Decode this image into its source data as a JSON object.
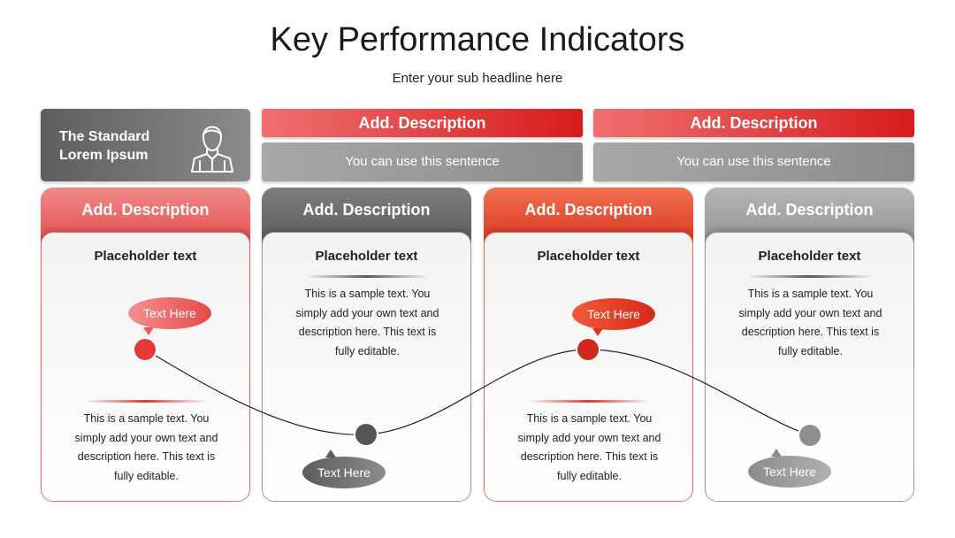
{
  "title": "Key Performance Indicators",
  "subtitle": "Enter your sub headline here",
  "standard_box": {
    "line1": "The Standard",
    "line2": "Lorem Ipsum",
    "icon": "person-icon"
  },
  "top_headers": [
    {
      "title": "Add. Description",
      "sentence": "You can use this sentence"
    },
    {
      "title": "Add. Description",
      "sentence": "You can use this sentence"
    }
  ],
  "columns": [
    {
      "header": "Add. Description",
      "placeholder": "Placeholder text",
      "body": "This is a sample text. You simply add your own text and description here. This text is fully editable.",
      "bubble": "Text Here"
    },
    {
      "header": "Add. Description",
      "placeholder": "Placeholder text",
      "body": "This is a sample text. You simply add your own text and description here. This text is fully editable.",
      "bubble": "Text Here"
    },
    {
      "header": "Add. Description",
      "placeholder": "Placeholder text",
      "body": "This is a sample text. You simply add your own text and description here. This text is fully editable.",
      "bubble": "Text Here"
    },
    {
      "header": "Add. Description",
      "placeholder": "Placeholder text",
      "body": "This is a sample text. You simply add your own text and description here. This text is fully editable.",
      "bubble": "Text Here"
    }
  ],
  "colors": {
    "red": "#e44848",
    "red_dark": "#d61c1c",
    "grey": "#5a5a5a",
    "light_grey": "#909090"
  }
}
